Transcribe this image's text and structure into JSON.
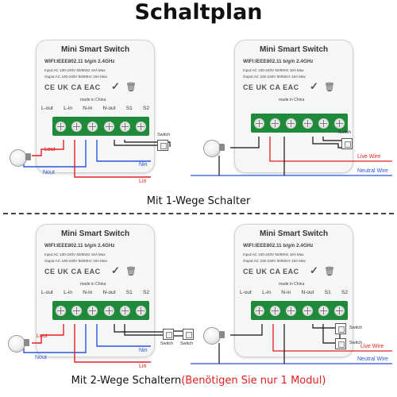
{
  "title": "Schaltplan",
  "module": {
    "name": "Mini Smart Switch",
    "wifi": "WIFI:IEEE802.11 b/g/n 2.4GHz",
    "input": "Input:AC 100-240V 50/60Hz 16A Max",
    "output": "Ouput:AC 100-240V 50/60Hz 16A Max",
    "cert": "CE UK CA EAC",
    "made_in": "made in China",
    "terminals": [
      "L-out",
      "L-in",
      "N-in",
      "N-out",
      "S1",
      "S2"
    ]
  },
  "diagrams": {
    "one_way": {
      "caption": "Mit 1-Wege Schalter",
      "left": {
        "lout": "Lout",
        "nout": "Nout",
        "nin": "Nin",
        "lin": "Lin",
        "switch": "Switch"
      },
      "right": {
        "live": "Live Wire",
        "neutral": "Neutral Wire",
        "switch": "Switch"
      }
    },
    "two_way": {
      "caption_main": "Mit 2-Wege Schaltern",
      "caption_note": "(Benötigen Sie nur 1 Modul)",
      "left": {
        "lout": "Lout",
        "nout": "Nout",
        "nin": "Nin",
        "lin": "Lin",
        "switch_a": "Switch",
        "switch_b": "Switch"
      },
      "right": {
        "live": "Live Wire",
        "neutral": "Neutral Wire",
        "switch_a": "Switch",
        "switch_b": "Switch"
      }
    }
  },
  "colors": {
    "live": "#e02020",
    "neutral": "#2a55d8",
    "terminal": "#1f8a3a",
    "signal": "#111111"
  }
}
